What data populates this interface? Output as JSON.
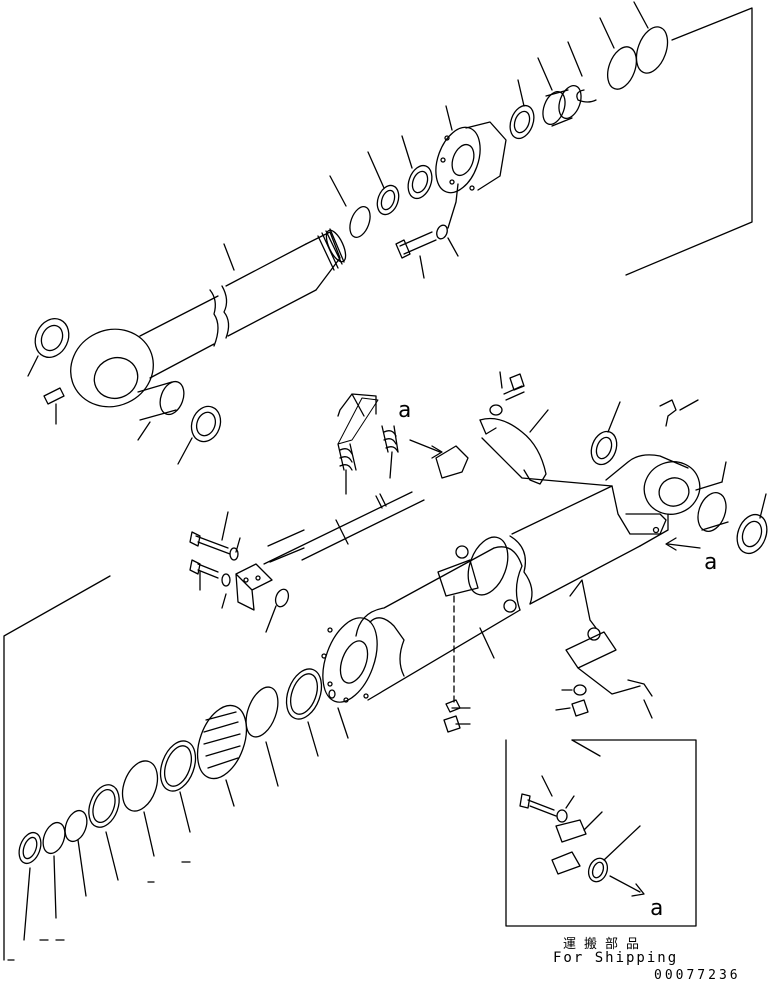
{
  "labels": {
    "ref_a_hose": "a",
    "ref_a_cyl": "a",
    "ref_a_kit": "a"
  },
  "shipping": {
    "jp": "運搬部品",
    "en": "For Shipping"
  },
  "drawing_code": "00077236"
}
